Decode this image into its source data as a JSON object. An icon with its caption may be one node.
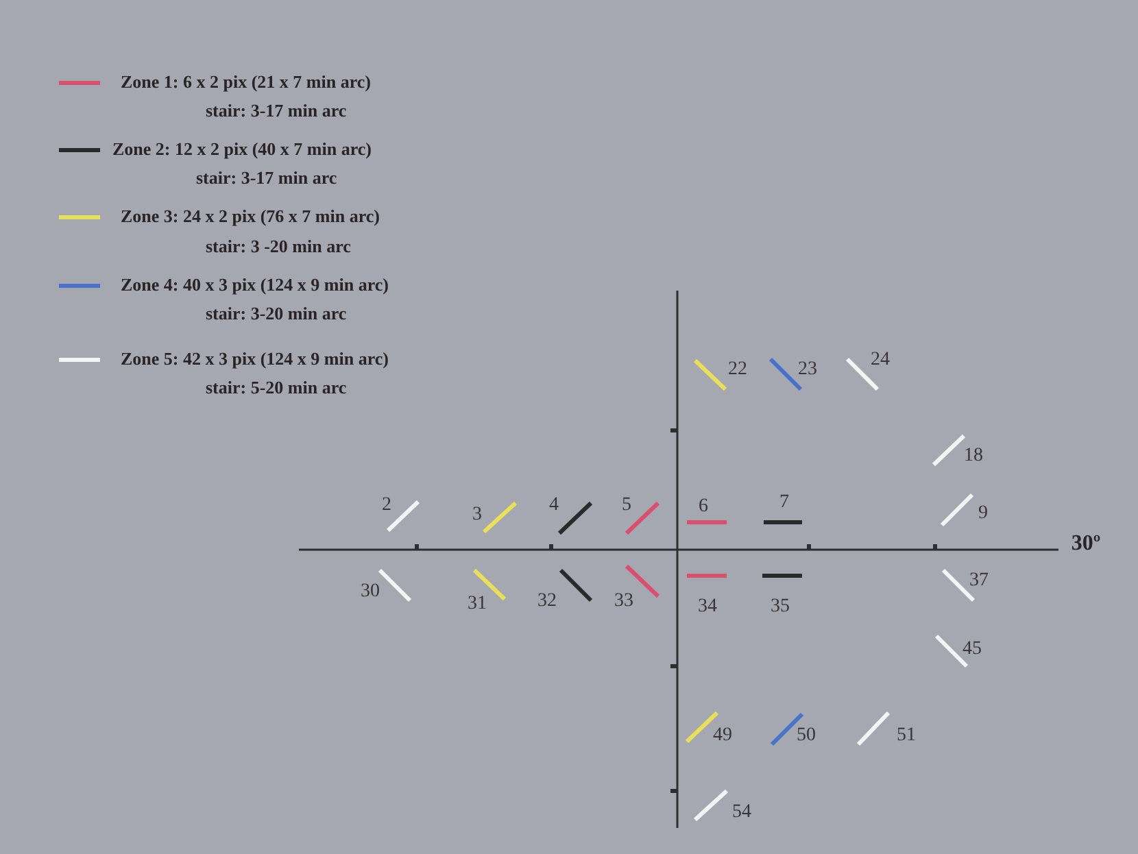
{
  "diagram": {
    "labels": [
      "stair: 3-17 min arc",
      "stair: 3-17 min arc",
      "stair: 3 -20 min arc",
      "stair: 3-20 min arc",
      "stair: 5-20 min arc",
      "22",
      "23",
      "24",
      "18",
      "2",
      "3",
      "4",
      "5",
      "6",
      "7",
      "9",
      "30º",
      "30",
      "31",
      "32",
      "33",
      "34",
      "35",
      "37",
      "45",
      "49",
      "50",
      "51",
      "54"
    ],
    "legend": [
      {
        "text": "Zone 1: 6 x 2 pix (21 x 7 min arc)",
        "color": "#d9506e"
      },
      {
        "text": "Zone 2: 12 x 2 pix (40 x 7 min arc)",
        "color": "#2a2a2a"
      },
      {
        "text": "Zone 3: 24 x 2 pix (76 x 7 min arc)",
        "color": "#e8e05a"
      },
      {
        "text": "Zone 4: 40 x 3 pix (124 x 9 min arc)",
        "color": "#4a72c8"
      },
      {
        "text": "Zone 5: 42 x 3 pix (124 x 9 min arc)",
        "color": "#f4f4f4"
      }
    ]
  }
}
